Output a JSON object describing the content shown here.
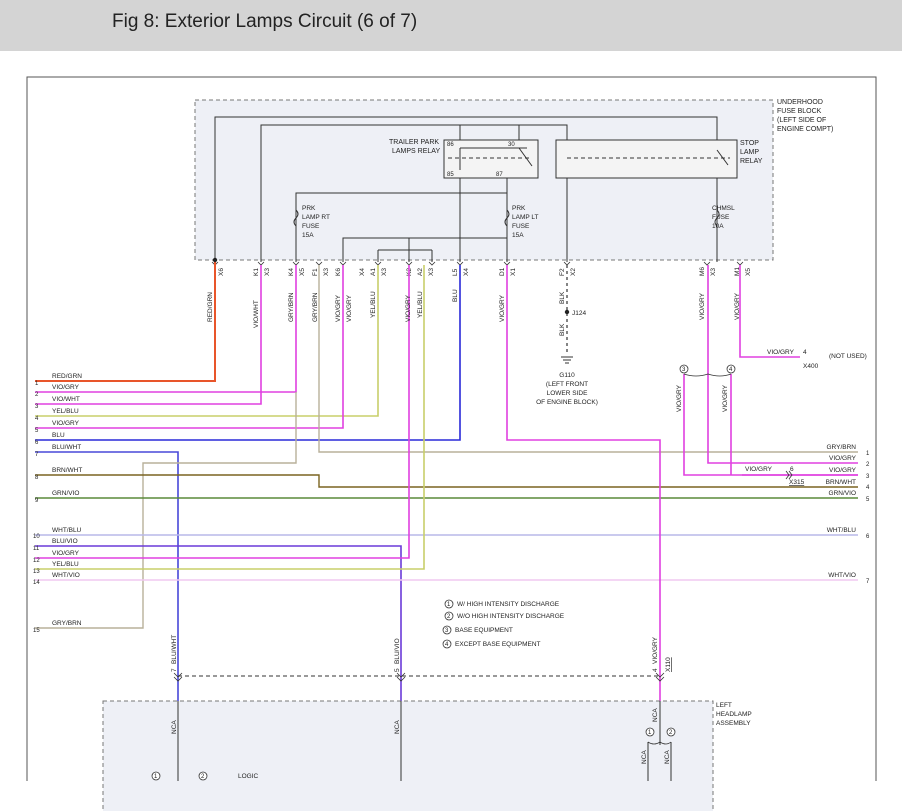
{
  "title": "Fig 8: Exterior Lamps Circuit (6 of 7)",
  "fuse_block": {
    "label_lines": [
      "UNDERHOOD",
      "FUSE BLOCK",
      "(LEFT SIDE OF",
      "ENGINE COMPT)"
    ],
    "trailer_relay_lines": [
      "TRAILER PARK",
      "LAMPS RELAY"
    ],
    "relay_pins": [
      "86",
      "30",
      "85",
      "87"
    ],
    "stop_relay_lines": [
      "STOP",
      "LAMP",
      "RELAY"
    ],
    "fuse_rt_lines": [
      "PRK",
      "LAMP RT",
      "FUSE",
      "15A"
    ],
    "fuse_lt_lines": [
      "PRK",
      "LAMP LT",
      "FUSE",
      "15A"
    ],
    "fuse_chmsl_lines": [
      "CHMSL",
      "FUSE",
      "10A"
    ],
    "connector_pins": [
      "X6",
      "K1",
      "X3",
      "K4",
      "X5",
      "F1",
      "X3",
      "K6",
      "X4",
      "A1",
      "X3",
      "K2",
      "A2",
      "X3",
      "L5",
      "X4",
      "D1",
      "X1",
      "F2",
      "X2",
      "M6",
      "X3",
      "M1",
      "X5"
    ]
  },
  "wires_top": [
    "RED/GRN",
    "VIO/WHT",
    "GRY/BRN",
    "GRY/BRN",
    "VIO/GRY",
    "VIO/GRY",
    "YEL/BLU",
    "VIO/GRY",
    "YEL/BLU",
    "BLU",
    "VIO/GRY",
    "BLK",
    "BLK",
    "VIO/GRY",
    "VIO/GRY",
    "VIO/GRY",
    "VIO/GRY"
  ],
  "ground": {
    "junction": "J124",
    "label_lines": [
      "G110",
      "(LEFT FRONT",
      "LOWER SIDE",
      "OF ENGINE BLOCK)"
    ]
  },
  "x400": {
    "wire": "VIO/GRY",
    "pin": "4",
    "connector": "X400",
    "note": "(NOT USED)"
  },
  "x315": {
    "pin": "6",
    "connector": "X315"
  },
  "option_circles": [
    "3",
    "4",
    "1",
    "2",
    "1",
    "2",
    "1",
    "2"
  ],
  "left_bus": {
    "numbers": [
      "1",
      "2",
      "3",
      "4",
      "5",
      "6",
      "7",
      "8",
      "9",
      "10",
      "11",
      "12",
      "13",
      "14",
      "15"
    ],
    "labels": [
      "RED/GRN",
      "VIO/GRY",
      "VIO/WHT",
      "YEL/BLU",
      "VIO/GRY",
      "BLU",
      "BLU/WHT",
      "BRN/WHT",
      "GRN/VIO",
      "WHT/BLU",
      "BLU/VIO",
      "VIO/GRY",
      "YEL/BLU",
      "WHT/VIO",
      "GRY/BRN"
    ]
  },
  "right_bus": {
    "labels": [
      "GRY/BRN",
      "VIO/GRY",
      "VIO/GRY",
      "VIO/GRY",
      "BRN/WHT",
      "GRN/VIO",
      "WHT/BLU",
      "WHT/VIO"
    ],
    "numbers": [
      "1",
      "2",
      "3",
      "4",
      "5",
      "6",
      "7"
    ]
  },
  "legend": [
    {
      "num": "1",
      "text": "W/ HIGH INTENSITY DISCHARGE"
    },
    {
      "num": "2",
      "text": "W/O HIGH INTENSITY DISCHARGE"
    },
    {
      "num": "3",
      "text": "BASE EQUIPMENT"
    },
    {
      "num": "4",
      "text": "EXCEPT BASE EQUIPMENT"
    }
  ],
  "bottom_wires": [
    {
      "pin": "7",
      "wire": "BLU/WHT"
    },
    {
      "pin": "5",
      "wire": "BLU/VIO"
    },
    {
      "pin": "4",
      "wire": "VIO/GRY",
      "connector": "X110"
    }
  ],
  "headlamp": {
    "label_lines": [
      "LEFT",
      "HEADLAMP",
      "ASSEMBLY"
    ],
    "nca": "NCA",
    "logic": "LOGIC"
  },
  "colors": {
    "red_grn": "#e8552a",
    "vio": "#e040e0",
    "yel_blu": "#c8cf6a",
    "blu": "#2a2ad8",
    "blu_vio": "#6a3ad8",
    "gry_brn": "#b8b09a",
    "brn_wht": "#7a6420",
    "grn_vio": "#5a8a3a",
    "wht_blu": "#b8b8e8",
    "wht_vio": "#f0c8f0",
    "black": "#333333",
    "title_bg": "#d4d4d4"
  }
}
